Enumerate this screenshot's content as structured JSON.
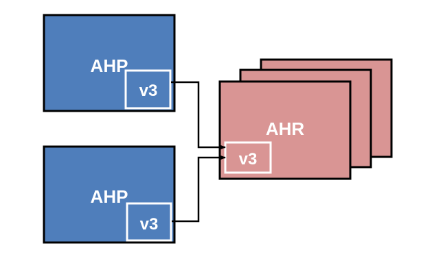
{
  "colors": {
    "ahp_fill": "#4F7EBB",
    "ahr_fill": "#D99594",
    "stroke": "#000000",
    "inner_stroke": "#ffffff",
    "background": "#ffffff"
  },
  "nodes": {
    "ahp_top": {
      "label": "AHP",
      "port": "v3"
    },
    "ahp_bottom": {
      "label": "AHP",
      "port": "v3"
    },
    "ahr": {
      "label": "AHR",
      "port": "v3"
    }
  }
}
